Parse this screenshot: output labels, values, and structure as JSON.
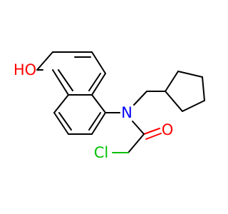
{
  "molecule": {
    "atoms": {
      "oh": {
        "label": "HO",
        "color": "#ff0000"
      },
      "n": {
        "label": "N",
        "color": "#0000ff"
      },
      "o": {
        "label": "O",
        "color": "#ff0000"
      },
      "cl": {
        "label": "Cl",
        "color": "#00c000"
      }
    }
  }
}
